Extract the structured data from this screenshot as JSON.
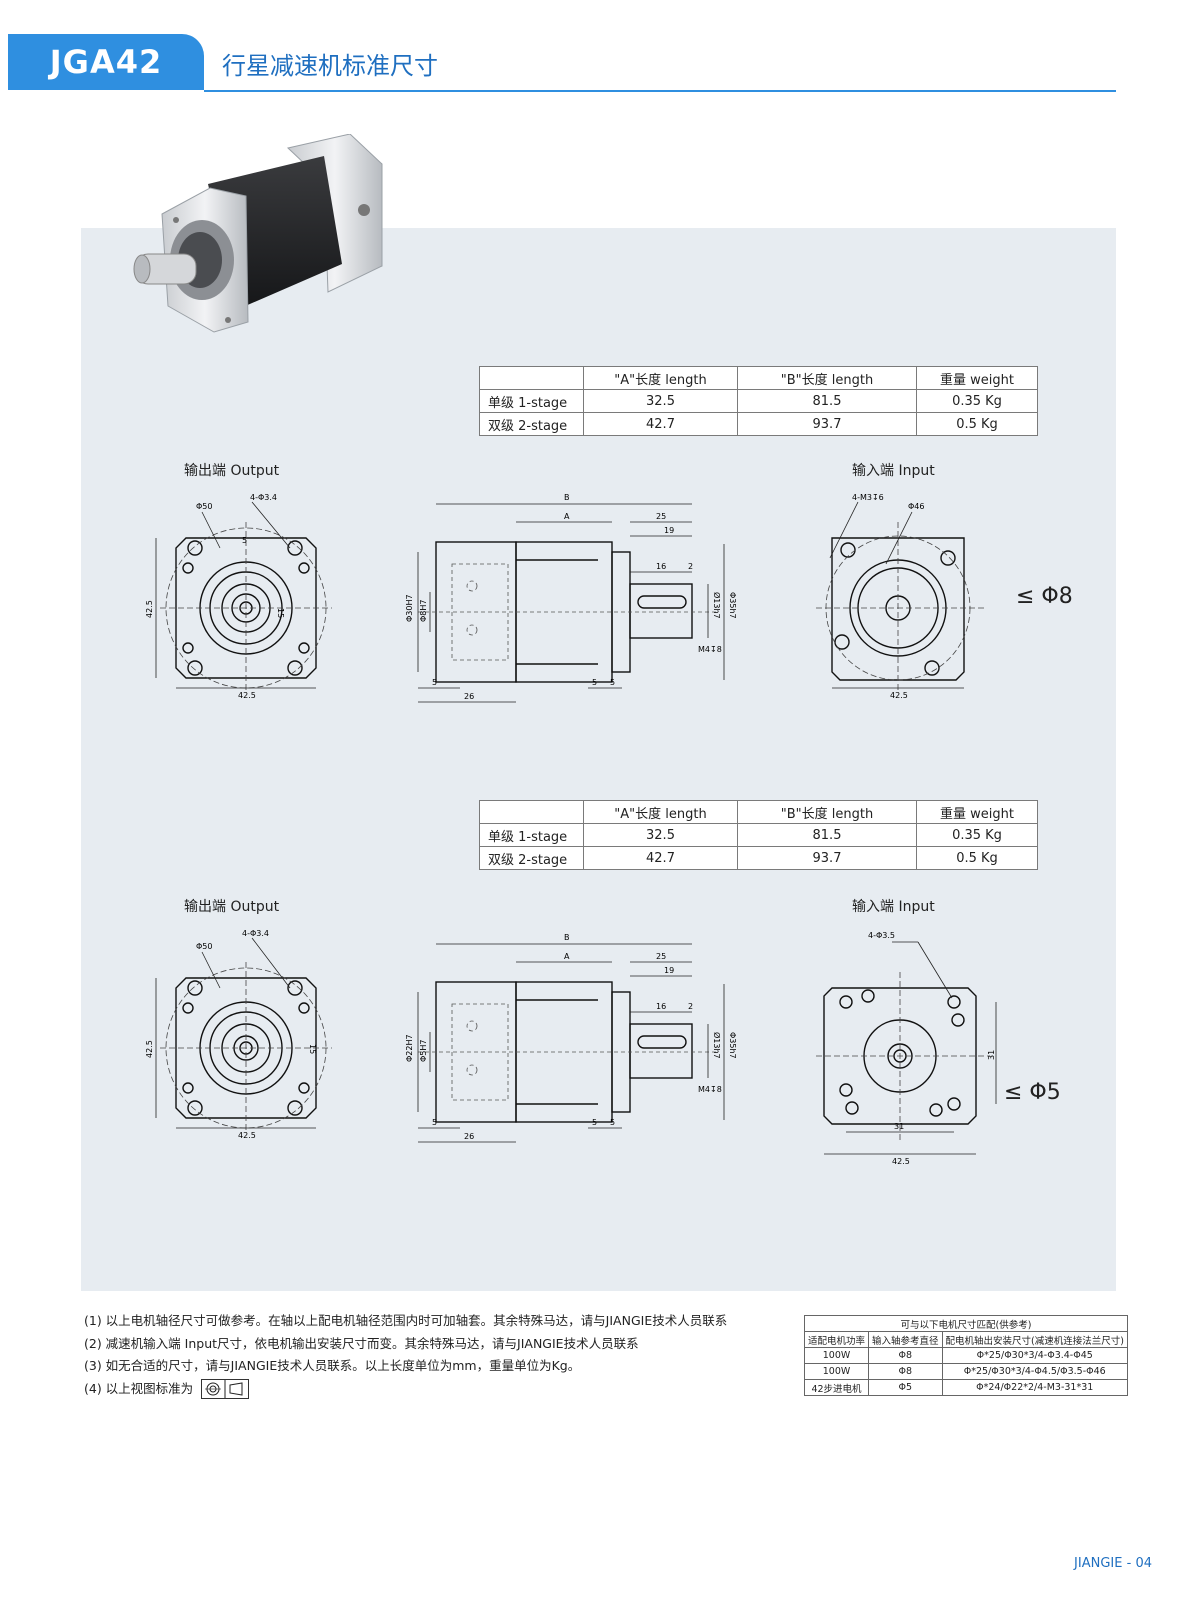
{
  "header": {
    "model": "JGA42",
    "title": "行星减速机标准尺寸"
  },
  "spec_table_1": {
    "headers": [
      "",
      "\"A\"长度 length",
      "\"B\"长度 length",
      "重量 weight"
    ],
    "rows": [
      [
        "单级 1-stage",
        "32.5",
        "81.5",
        "0.35 Kg"
      ],
      [
        "双级 2-stage",
        "42.7",
        "93.7",
        "0.5 Kg"
      ]
    ]
  },
  "spec_table_2": {
    "headers": [
      "",
      "\"A\"长度 length",
      "\"B\"长度 length",
      "重量 weight"
    ],
    "rows": [
      [
        "单级 1-stage",
        "32.5",
        "81.5",
        "0.35 Kg"
      ],
      [
        "双级 2-stage",
        "42.7",
        "93.7",
        "0.5 Kg"
      ]
    ]
  },
  "section_1": {
    "output_label": "输出端 Output",
    "input_label": "输入端 Input",
    "shaft_limit": "≤ Φ8",
    "output_dims": {
      "d1": "Φ50",
      "holes": "4-Φ3.4",
      "side": "42.5",
      "bottom": "42.5",
      "key": "5",
      "h": "15"
    },
    "side_dims": {
      "b": "B",
      "a": "A",
      "d25": "25",
      "d19": "19",
      "d16": "16",
      "d2": "2",
      "d13": "Ø13h7",
      "d35": "Φ35h7",
      "m4": "M4↧8",
      "d30": "Φ30H7",
      "d8": "Φ8H7",
      "d5a": "5",
      "d26": "26",
      "d5b": "5",
      "d5c": "5"
    },
    "input_dims": {
      "holes": "4-M3↧6",
      "d46": "Φ46",
      "bottom": "42.5"
    }
  },
  "section_2": {
    "output_label": "输出端 Output",
    "input_label": "输入端 Input",
    "shaft_limit": "≤ Φ5",
    "output_dims": {
      "d1": "Φ50",
      "holes": "4-Φ3.4",
      "side": "42.5",
      "bottom": "42.5",
      "h": "15"
    },
    "side_dims": {
      "b": "B",
      "a": "A",
      "d25": "25",
      "d19": "19",
      "d16": "16",
      "d2": "2",
      "d13": "Ø13h7",
      "d35": "Φ35h7",
      "m4": "M4↧8",
      "d22": "Φ22H7",
      "d5": "Φ5H7",
      "d5a": "5",
      "d26": "26",
      "d5b": "5",
      "d5c": "5"
    },
    "input_dims": {
      "holes": "4-Φ3.5",
      "d31v": "31",
      "d31h": "31",
      "bottom": "42.5"
    }
  },
  "notes": [
    "(1) 以上电机轴径尺寸可做参考。在轴以上配电机轴径范围内时可加轴套。其余特殊马达，请与JIANGIE技术人员联系",
    "(2) 减速机输入端 Input尺寸，依电机输出安装尺寸而变。其余特殊马达，请与JIANGIE技术人员联系",
    "(3) 如无合适的尺寸，请与JIANGIE技术人员联系。以上长度单位为mm，重量单位为Kg。",
    "(4) 以上视图标准为"
  ],
  "ref_table": {
    "title": "可与以下电机尺寸匹配(供参考)",
    "headers": [
      "适配电机功率",
      "输入轴参考直径",
      "配电机轴出安装尺寸(减速机连接法兰尺寸)"
    ],
    "rows": [
      [
        "100W",
        "Φ8",
        "Φ*25/Φ30*3/4-Φ3.4-Φ45"
      ],
      [
        "100W",
        "Φ8",
        "Φ*25/Φ30*3/4-Φ4.5/Φ3.5-Φ46"
      ],
      [
        "42步进电机",
        "Φ5",
        "Φ*24/Φ22*2/4-M3-31*31"
      ]
    ]
  },
  "footer": {
    "brand": "JIANGIE",
    "sep": "-",
    "page": "04"
  }
}
